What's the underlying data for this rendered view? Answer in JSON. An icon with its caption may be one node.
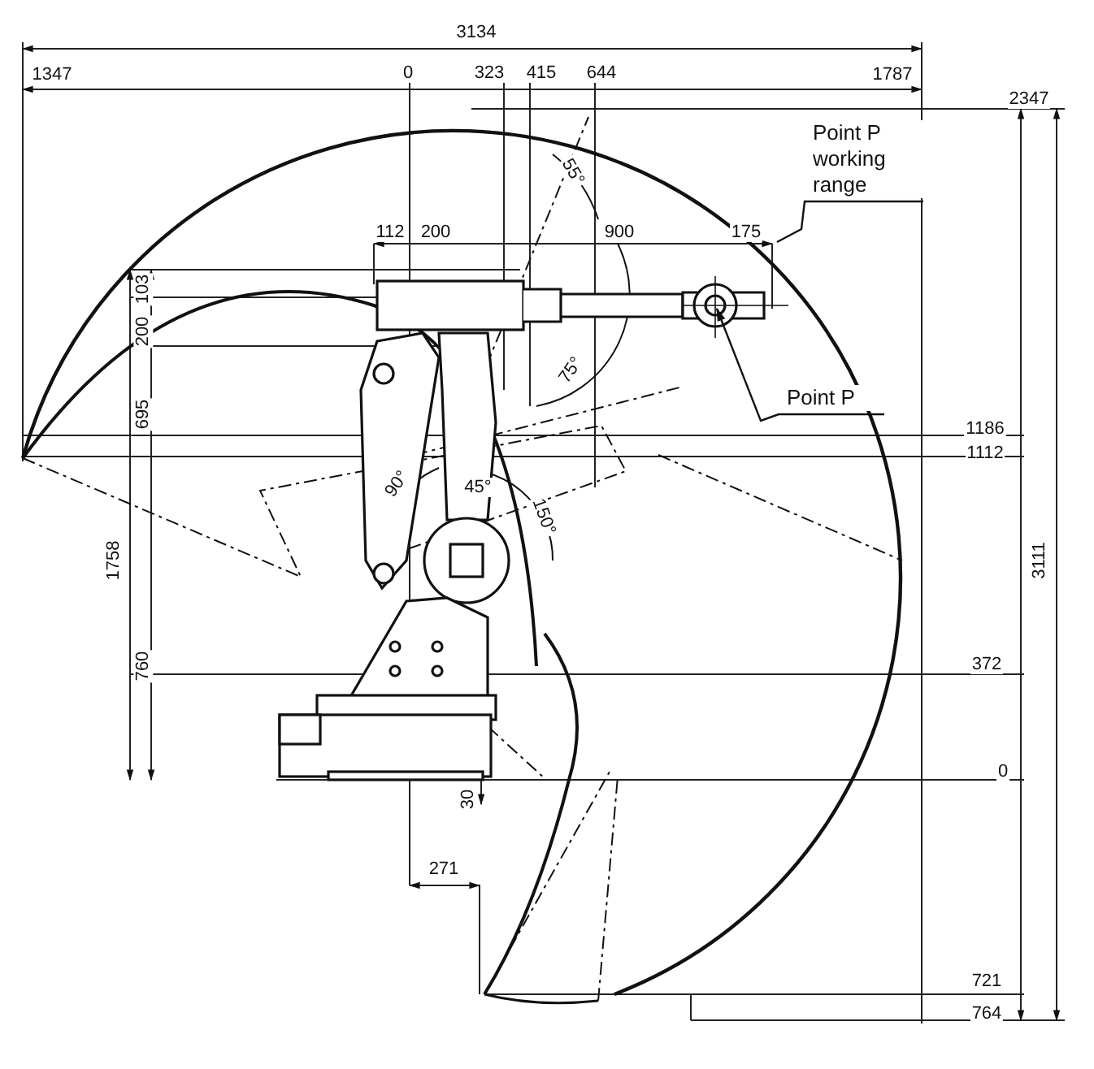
{
  "diagram": {
    "nodes": [
      {
        "text": [
          "Point P working range"
        ]
      },
      {
        "text": [
          "Point P"
        ]
      }
    ],
    "edges": [
      {
        "from": 0,
        "to": null,
        "arrow": "none"
      },
      {
        "from": 1,
        "to": null,
        "arrow": "to"
      }
    ],
    "labels": [
      "3134",
      "1347",
      "0",
      "323",
      "415",
      "644",
      "1787",
      "2347",
      "55°",
      "112",
      "200",
      "900",
      "175",
      "103",
      "200",
      "695",
      "75°",
      "1186",
      "1112",
      "90°",
      "45°",
      "150°",
      "1758",
      "3111",
      "372",
      "760",
      "0",
      "30",
      "271",
      "721",
      "764"
    ]
  }
}
